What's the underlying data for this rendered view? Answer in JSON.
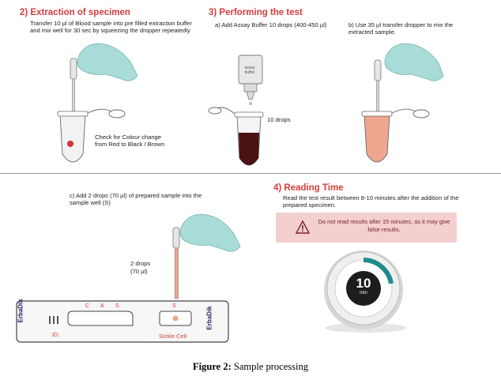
{
  "section2": {
    "heading": "2) Extraction of specimen",
    "instruction": "Transfer 10 µl of Blood sample into pre filled extraction buffer and mix well for 30 sec by squeezing the dropper repeatedly",
    "callout": "Check for Colour change from Red to Black / Brown"
  },
  "section3": {
    "heading": "3) Performing the test",
    "step_a": "a) Add Assay Buffer 10 drops (400-450 µl)",
    "step_b": "b) Use 35 µl transfer dropper to mix the extracted sample.",
    "buffer_bottle_label": "assay buffer",
    "drops_label": "10 drops"
  },
  "section_c": {
    "instruction": "c) Add 2 drops (70 µl) of prepared sample into the sample well (S)",
    "drops_label_line1": "2 drops",
    "drops_label_line2": "(70 µl)"
  },
  "device": {
    "brand": "ErbaDik",
    "window_letters": [
      "C",
      "A",
      "S"
    ],
    "sample_letter": "S",
    "id_label": "ID:",
    "product_name": "Sickle Cell"
  },
  "section4": {
    "heading": "4) Reading Time",
    "instruction": "Read the test result between 8-10 minutes after the addition of the prepared specimen.",
    "warning": "Do not read results after 15 minutes, as it may give false results.",
    "timer_value": "10",
    "timer_unit": "min"
  },
  "caption": {
    "label": "Figure 2:",
    "text": "Sample processing"
  },
  "colors": {
    "heading_red": "#d63b3b",
    "glove": "#a9dcd8",
    "warning_bg": "#f4cfcf",
    "blood_dark": "#4a1212",
    "sample_pink": "#f0a58e",
    "timer_teal": "#1f8c8c"
  }
}
